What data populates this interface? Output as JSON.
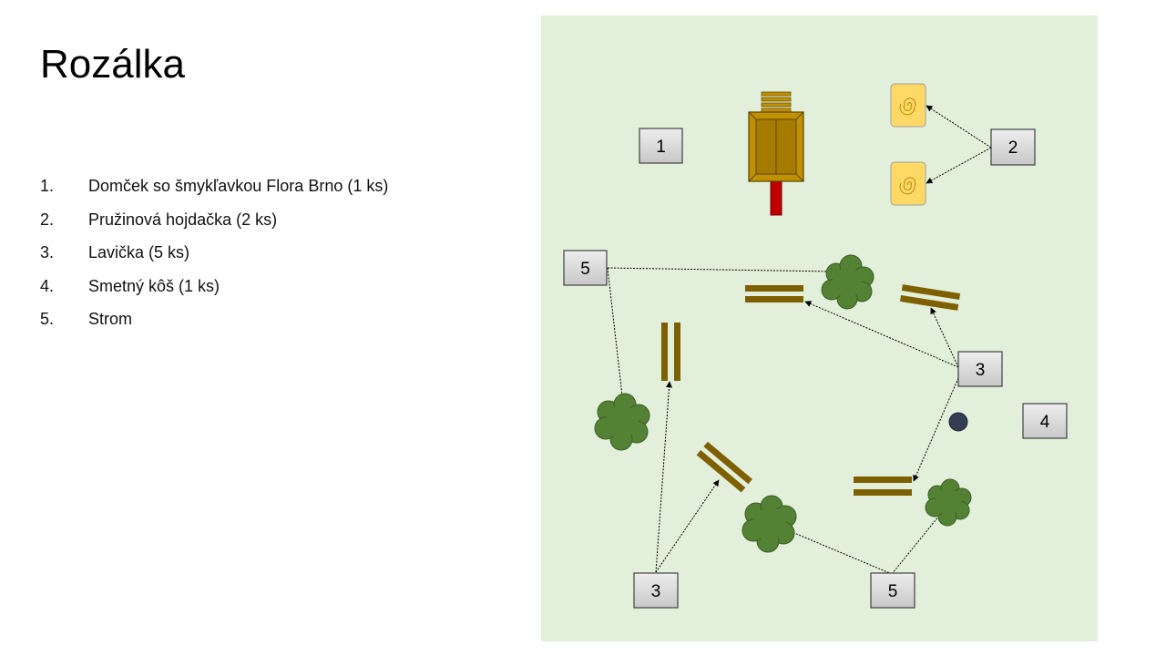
{
  "title": "Rozálka",
  "legend": [
    {
      "num": "1.",
      "text": "Domček so šmykľavkou Flora Brno (1 ks)"
    },
    {
      "num": "2.",
      "text": "Pružinová hojdačka (2 ks)"
    },
    {
      "num": "3.",
      "text": "Lavička (5 ks)"
    },
    {
      "num": "4.",
      "text": "Smetný kôš (1 ks)"
    },
    {
      "num": "5.",
      "text": "Strom"
    }
  ],
  "map": {
    "labels": {
      "playhouse": "1",
      "spring_rider": "2",
      "bench_right": "3",
      "bench_bottom": "3",
      "bin": "4",
      "tree_top": "5",
      "tree_bottom": "5"
    },
    "colors": {
      "background": "#e2efda",
      "bench": "#7f6000",
      "tree": "#548235",
      "playhouse": "#bf9000",
      "slide": "#c00000",
      "rider": "#ffd966",
      "bin": "#333f50",
      "label_box": "#d9d9d9"
    }
  }
}
